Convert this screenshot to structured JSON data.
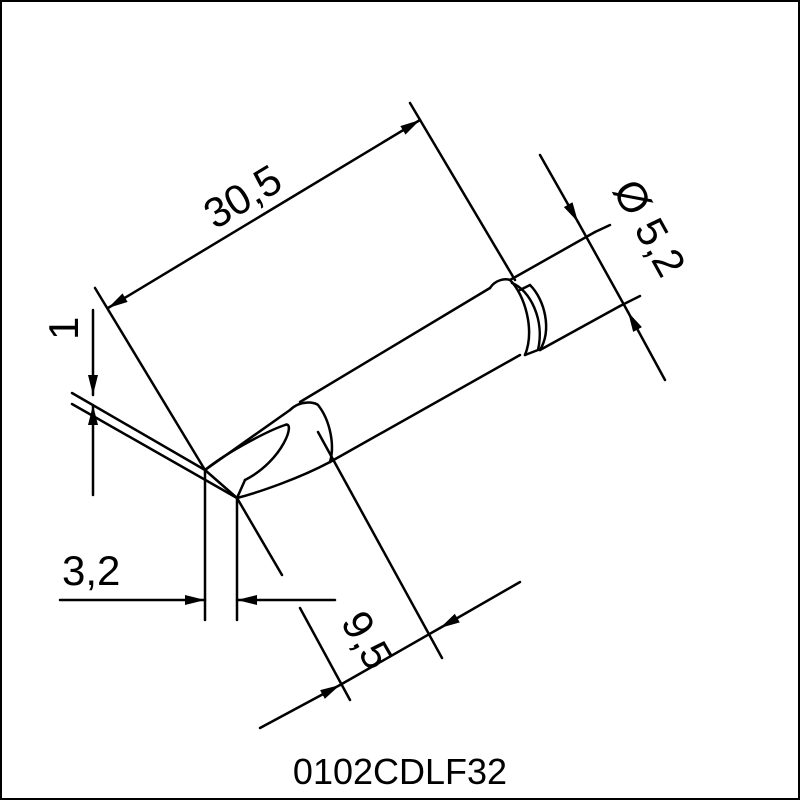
{
  "drawing": {
    "part_number": "0102CDLF32",
    "dimensions": {
      "overall_length": "30,5",
      "shaft_diameter": "Ø 5,2",
      "tip_thickness": "1",
      "tip_width": "3,2",
      "tip_length": "9,5"
    }
  }
}
